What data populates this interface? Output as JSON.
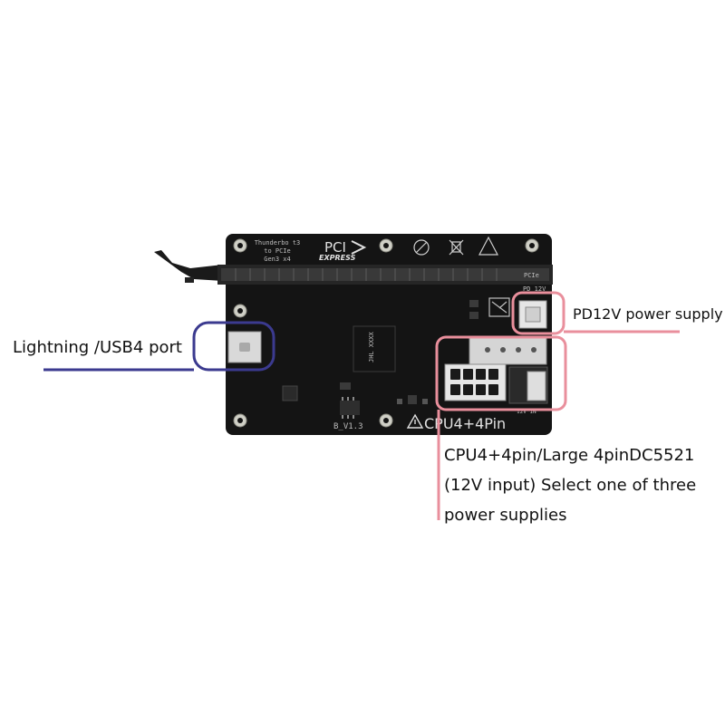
{
  "board": {
    "silkscreen_line1": "Thunderbo t3",
    "silkscreen_line2": "to PCIe",
    "silkscreen_line3": "Gen3 x4",
    "pci_logo_text": "PCI",
    "express_text": "EXPRESS",
    "pcie_tag": "PCIe",
    "pd12v_tag": "PD 12V",
    "chip_marking": "JHL XXXX",
    "version_text": "B_V1.3",
    "cpu_text": "CPU4+4Pin",
    "dc_tag": "12V IN"
  },
  "callouts": {
    "usb4_port": "Lightning /USB4 port",
    "pd12v": "PD12V power supply",
    "cpu_power": "CPU4+4pin/Large 4pinDC5521 (12V input) Select one of three power supplies"
  },
  "colors": {
    "board": "#141414",
    "blue_callout": "#3b3a8f",
    "pink_callout": "#e98f9c"
  }
}
